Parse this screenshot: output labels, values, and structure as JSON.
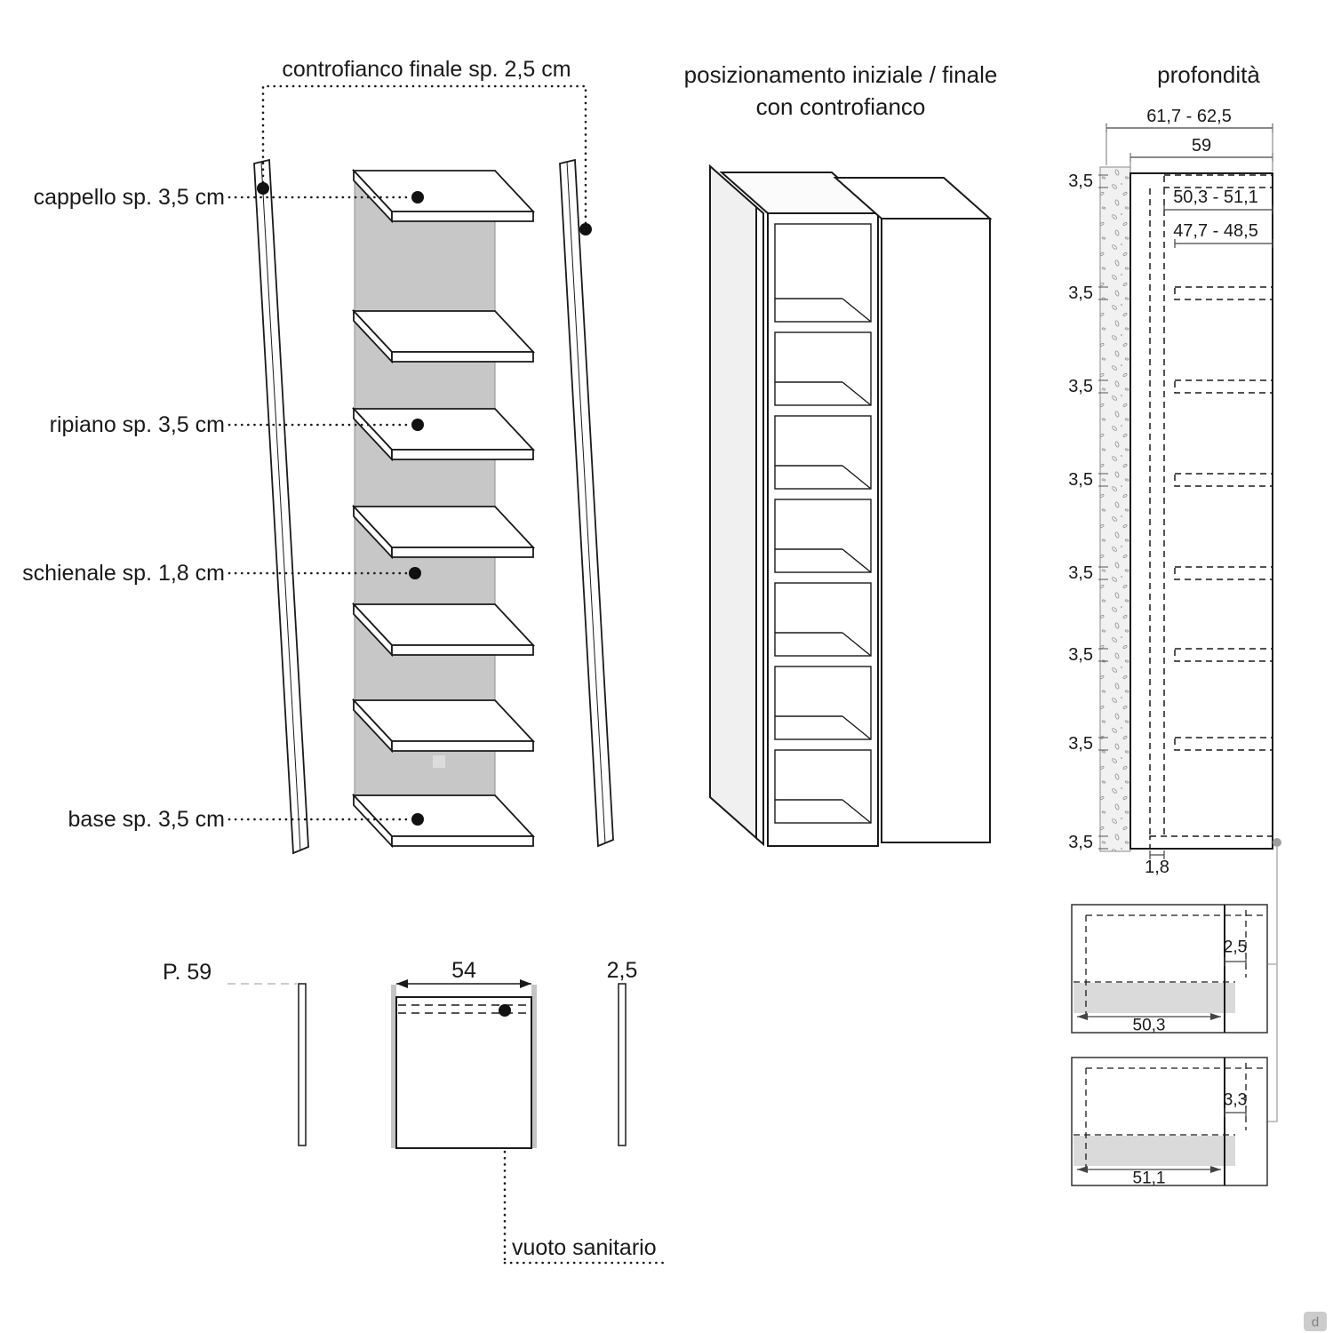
{
  "exploded_view": {
    "label_controfianco": "controfianco finale sp. 2,5 cm",
    "label_cappello": "cappello sp. 3,5 cm",
    "label_ripiano": "ripiano sp. 3,5 cm",
    "label_schienale": "schienale sp. 1,8 cm",
    "label_base": "base sp. 3,5 cm"
  },
  "iso_view": {
    "title_line1": "posizionamento iniziale / finale",
    "title_line2": "con controfianco"
  },
  "depth_view": {
    "title": "profondità",
    "dim_overall": "61,7 - 62,5",
    "dim_59": "59",
    "dim_shelf_range": "50,3 - 51,1",
    "dim_inner_range": "47,7 - 48,5",
    "dim_back": "1,8",
    "thickness_labels": [
      "3,5",
      "3,5",
      "3,5",
      "3,5",
      "3,5",
      "3,5",
      "3,5",
      "3,5"
    ],
    "detail_top": {
      "dim_gap": "2,5",
      "dim_width": "50,3"
    },
    "detail_bottom": {
      "dim_gap": "3,3",
      "dim_width": "51,1"
    }
  },
  "plan_view": {
    "label_depth": "P. 59",
    "dim_width": "54",
    "dim_panel": "2,5",
    "label_vuoto": "vuoto sanitario"
  },
  "watermark": "d",
  "colors": {
    "line": "#1a1a1a",
    "back_panel_gray": "#c7c7c7",
    "wall_fill": "#f1f1f1",
    "detail_gray": "#dadada",
    "light_gray": "#c4c4c4"
  }
}
